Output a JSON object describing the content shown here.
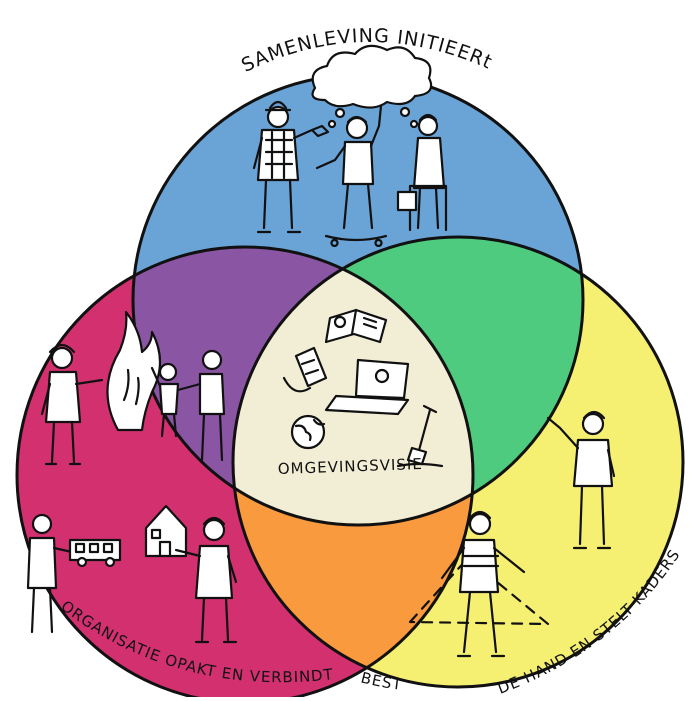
{
  "labels": {
    "top": "SAMENLEVING INITIEERt",
    "left": "ORGANISATIE OPAKT EN VERBINDT",
    "right_start": "BEST",
    "right_end": "DE HAND EN STELT KADERS",
    "center": "OMGEVINGSVISIE"
  },
  "colors": {
    "top_circle": "#6aa3d6",
    "left_circle": "#d3306f",
    "right_circle": "#f5ef72",
    "top_left_overlap": "#8a55a3",
    "top_right_overlap": "#4fcb7f",
    "bottom_overlap": "#f99a3e",
    "center": "#f2eed6"
  },
  "icons": [
    "cloud-icon",
    "book-icon",
    "phone-icon",
    "laptop-icon",
    "globe-icon",
    "shovel-icon",
    "fire-icon",
    "house-icon",
    "bus-icon"
  ]
}
